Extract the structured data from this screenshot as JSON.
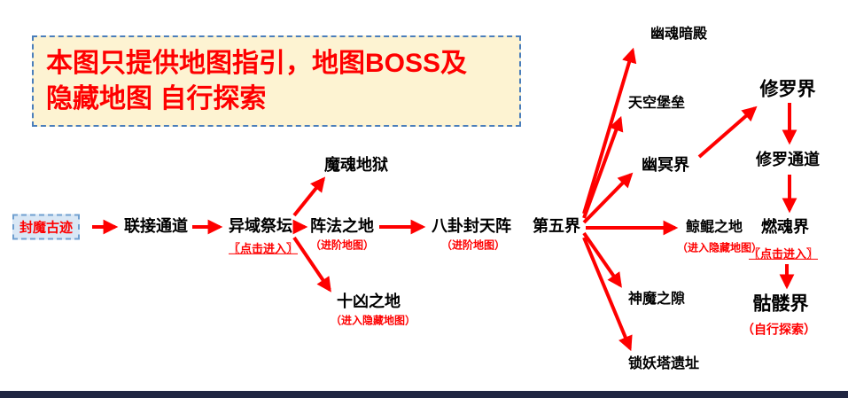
{
  "notice": {
    "line1": "本图只提供地图指引，地图BOSS及",
    "line2": "隐藏地图  自行探索"
  },
  "nodes": {
    "fengmo_ruins": {
      "label": "封魔古迹"
    },
    "link_channel": {
      "label": "联接通道"
    },
    "yiyu_altar": {
      "label": "异域祭坛",
      "note": "〖点击进入〗"
    },
    "mohun_hell": {
      "label": "魔魂地狱"
    },
    "zhenfa_land": {
      "label": "阵法之地",
      "note": "（进阶地图）"
    },
    "shixiong_land": {
      "label": "十凶之地",
      "note": "（进入隐藏地图）"
    },
    "bagua_array": {
      "label": "八卦封天阵",
      "note": "（进阶地图）"
    },
    "fifth_realm": {
      "label": "第五界"
    },
    "youhun_palace": {
      "label": "幽魂暗殿"
    },
    "sky_fortress": {
      "label": "天空堡垒"
    },
    "youming_realm": {
      "label": "幽冥界"
    },
    "jingkun_land": {
      "label": "鲸鲲之地",
      "note": "（进入隐藏地图）"
    },
    "shenmo_rift": {
      "label": "神魔之隙"
    },
    "suoyao_ruins": {
      "label": "锁妖塔遗址"
    },
    "xiuluo_realm": {
      "label": "修罗界"
    },
    "xiuluo_channel": {
      "label": "修罗通道"
    },
    "ranhun_realm": {
      "label": "燃魂界",
      "note": "〖点击进入〗"
    },
    "kulou_realm": {
      "label": "骷髅界",
      "note": "（自行探索）"
    }
  },
  "edges": [
    {
      "from": "封魔古迹",
      "to": "联接通道"
    },
    {
      "from": "联接通道",
      "to": "异域祭坛"
    },
    {
      "from": "异域祭坛",
      "to": "魔魂地狱"
    },
    {
      "from": "异域祭坛",
      "to": "阵法之地"
    },
    {
      "from": "异域祭坛",
      "to": "十凶之地"
    },
    {
      "from": "阵法之地",
      "to": "八卦封天阵"
    },
    {
      "from": "第五界",
      "to": "幽魂暗殿"
    },
    {
      "from": "第五界",
      "to": "天空堡垒"
    },
    {
      "from": "第五界",
      "to": "幽冥界"
    },
    {
      "from": "第五界",
      "to": "鲸鲲之地"
    },
    {
      "from": "第五界",
      "to": "神魔之隙"
    },
    {
      "from": "第五界",
      "to": "锁妖塔遗址"
    },
    {
      "from": "幽冥界",
      "to": "修罗界"
    },
    {
      "from": "修罗界",
      "to": "修罗通道"
    },
    {
      "from": "修罗通道",
      "to": "燃魂界"
    },
    {
      "from": "燃魂界",
      "to": "骷髅界"
    }
  ],
  "colors": {
    "red": "#fe0000",
    "notice_bg": "#fdf3d2",
    "notice_border": "#4a7ebb",
    "start_bg": "#d9e7f5",
    "bottom_bar": "#202642"
  }
}
